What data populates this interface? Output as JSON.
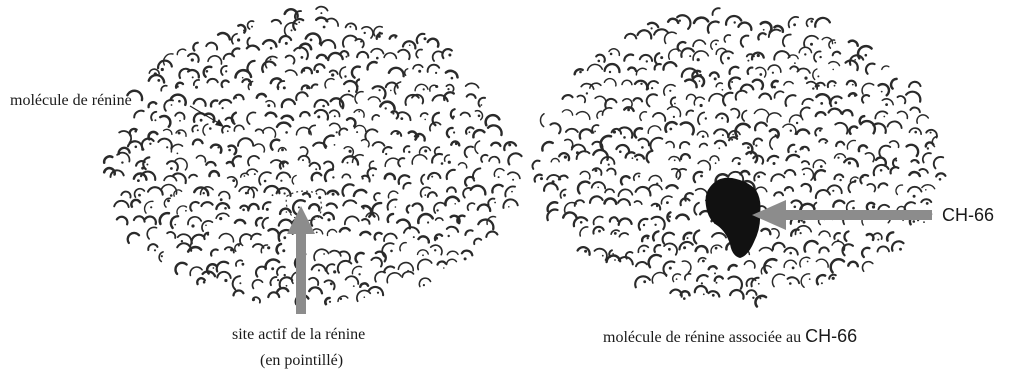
{
  "labels": {
    "molecule": "molécule de rénine",
    "active_site_line1": "site actif de la rénine",
    "active_site_line2": "(en pointillé)",
    "associated_prefix": "molécule de rénine associée au",
    "associated_suffix": "CH-66",
    "ch66": "CH-66"
  },
  "colors": {
    "molecule_texture": "#2a2a2a",
    "arrow_gray": "#8c8c8c",
    "bound_molecule": "#111111"
  }
}
